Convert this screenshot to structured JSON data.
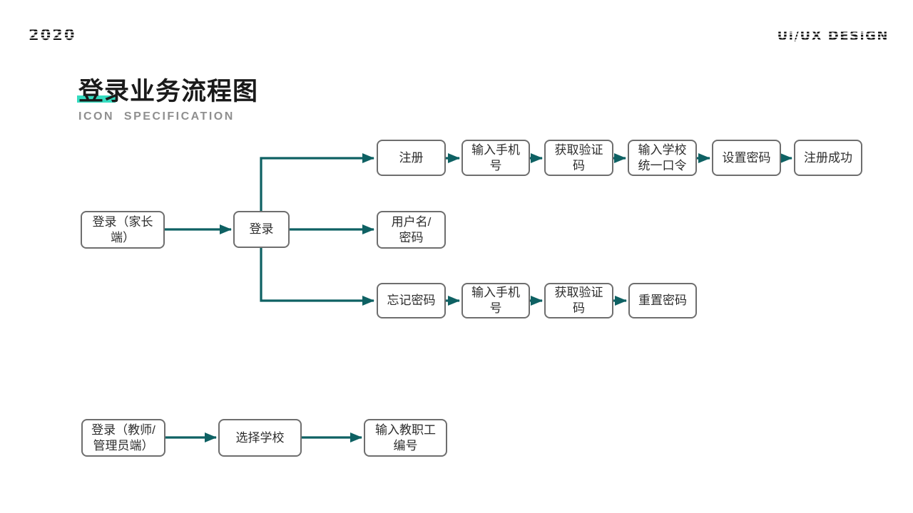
{
  "header": {
    "year_logo": "2020",
    "brand": "Ui/UX DESiGN"
  },
  "title": {
    "text": "登录业务流程图",
    "subtitle": "ICON  SPECIFICATION"
  },
  "colors": {
    "arrow": "#0e6163",
    "box_border": "#6e6e6e",
    "title_highlight": "#35dcc0",
    "title_text": "#1a1a1a",
    "subtitle_text": "#8f8f8f"
  },
  "flowchart": {
    "nodes": {
      "login_parent": {
        "label": "登录（家长\n端）"
      },
      "login": {
        "label": "登录"
      },
      "register": {
        "label": "注册"
      },
      "enter_phone_register": {
        "label": "输入手机\n号"
      },
      "get_code_register": {
        "label": "获取验证\n码"
      },
      "school_passcode": {
        "label": "输入学校\n统一口令"
      },
      "set_password": {
        "label": "设置密码"
      },
      "register_success": {
        "label": "注册成功"
      },
      "username_password": {
        "label": "用户名/\n密码"
      },
      "forgot_password": {
        "label": "忘记密码"
      },
      "enter_phone_reset": {
        "label": "输入手机\n号"
      },
      "get_code_reset": {
        "label": "获取验证\n码"
      },
      "reset_password": {
        "label": "重置密码"
      },
      "login_staff": {
        "label": "登录（教师/\n管理员端）"
      },
      "choose_school": {
        "label": "选择学校"
      },
      "enter_staff_id": {
        "label": "输入教职工\n编号"
      }
    },
    "edges": [
      {
        "from": "login_parent",
        "to": "login"
      },
      {
        "from": "login",
        "to": "register"
      },
      {
        "from": "login",
        "to": "username_password"
      },
      {
        "from": "login",
        "to": "forgot_password"
      },
      {
        "from": "register",
        "to": "enter_phone_register"
      },
      {
        "from": "enter_phone_register",
        "to": "get_code_register"
      },
      {
        "from": "get_code_register",
        "to": "school_passcode"
      },
      {
        "from": "school_passcode",
        "to": "set_password"
      },
      {
        "from": "set_password",
        "to": "register_success"
      },
      {
        "from": "forgot_password",
        "to": "enter_phone_reset"
      },
      {
        "from": "enter_phone_reset",
        "to": "get_code_reset"
      },
      {
        "from": "get_code_reset",
        "to": "reset_password"
      },
      {
        "from": "login_staff",
        "to": "choose_school"
      },
      {
        "from": "choose_school",
        "to": "enter_staff_id"
      }
    ]
  }
}
